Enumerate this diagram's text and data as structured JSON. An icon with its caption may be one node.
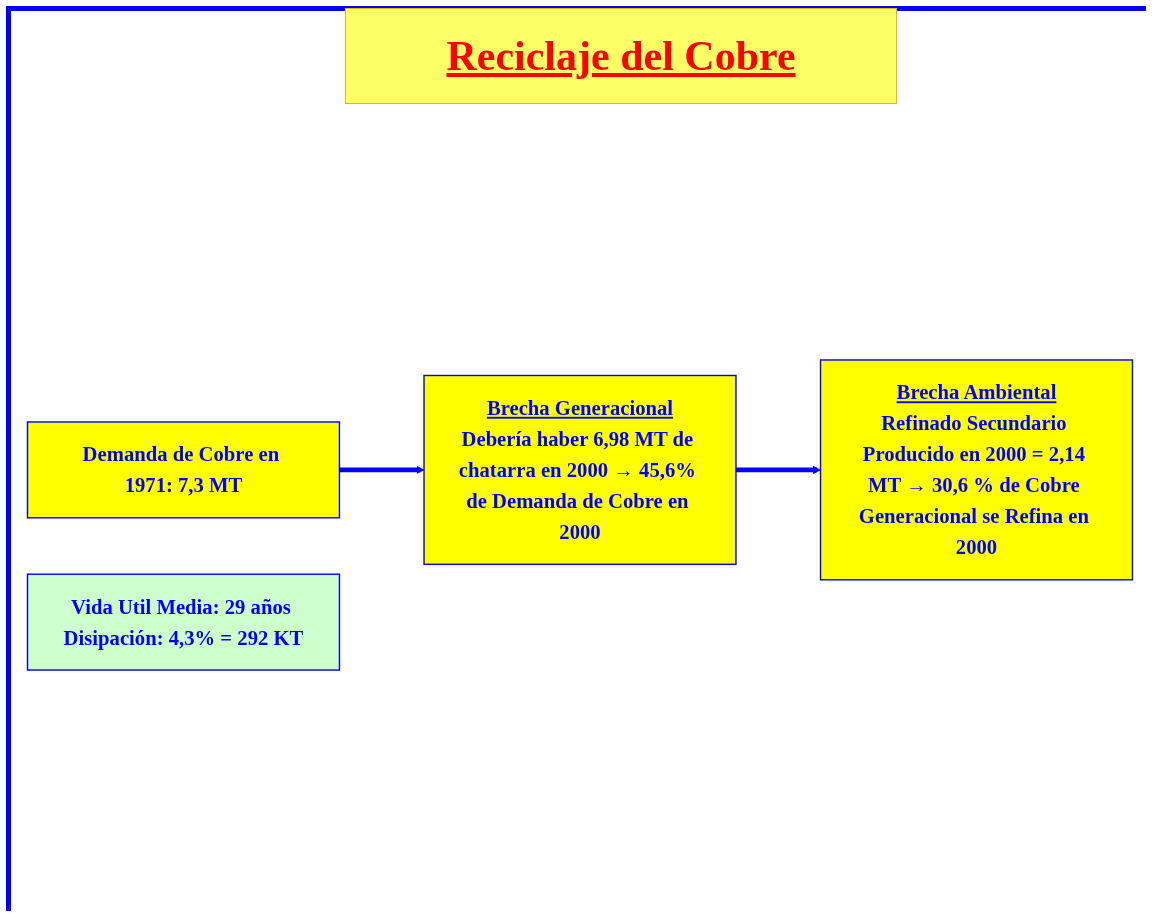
{
  "diagram": {
    "title": "Reciclaje del Cobre",
    "nodes": [
      {
        "text": [
          "Demanda de Cobre en 1971: 7,3 MT"
        ]
      },
      {
        "text": [
          "Vida Util Media: 29 años Disipación: 4,3% = 292 KT"
        ]
      },
      {
        "text": [
          "Brecha Generacional",
          "Debería haber 6,98 MT de chatarra en 2000 → 45,6% de Demanda de Cobre en 2000"
        ]
      },
      {
        "text": [
          "Brecha Ambiental",
          "Refinado Secundario Producido en 2000 = 2,14 MT → 30,6 % de Cobre Generacional se Refina en 2000"
        ]
      }
    ],
    "edges": [
      {
        "from": 0,
        "to": 2,
        "arrow": "to"
      },
      {
        "from": 2,
        "to": 3,
        "arrow": "to"
      }
    ]
  }
}
